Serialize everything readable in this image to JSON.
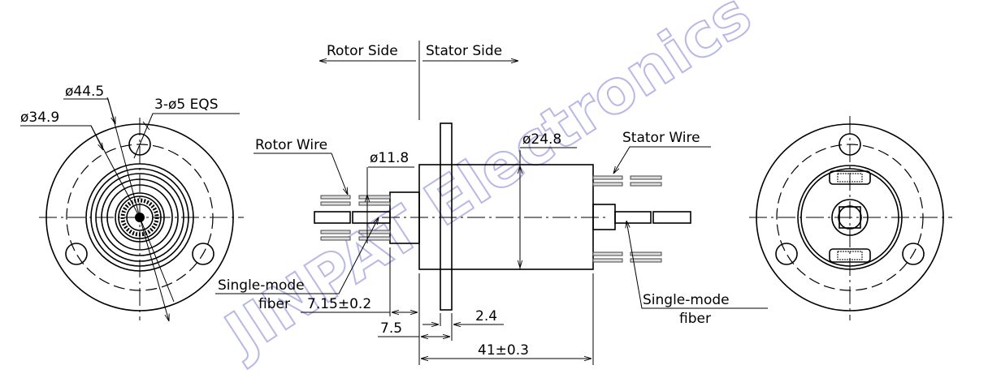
{
  "labels": {
    "rotor_side": "Rotor Side",
    "stator_side": "Stator Side",
    "rotor_wire": "Rotor Wire",
    "stator_wire": "Stator Wire",
    "single_mode_fiber_left_1": "Single-mode",
    "single_mode_fiber_left_2": "fiber",
    "single_mode_fiber_right_1": "Single-mode",
    "single_mode_fiber_right_2": "fiber"
  },
  "dimensions": {
    "d44_5": "ø44.5",
    "d34_9": "ø34.9",
    "holes": "3-ø5 EQS",
    "d11_8": "ø11.8",
    "d24_8": "ø24.8",
    "len_7_15": "7.15±0.2",
    "len_7_5": "7.5",
    "len_2_4": "2.4",
    "len_41": "41±0.3"
  },
  "watermark": "JINPAT Electronics"
}
